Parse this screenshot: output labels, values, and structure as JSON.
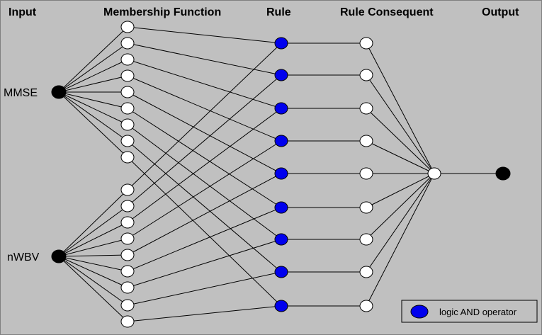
{
  "headers": {
    "input": "Input",
    "membership": "Membership Function",
    "rule": "Rule",
    "consequent": "Rule Consequent",
    "output": "Output"
  },
  "inputs": [
    "MMSE",
    "nWBV"
  ],
  "legend": {
    "label": "logic AND operator",
    "color": "#0000ee"
  },
  "colors": {
    "background": "#c0c0c0",
    "input_node": "#000000",
    "mf_node": "#ffffff",
    "rule_node": "#0000ee",
    "consequent_node": "#ffffff",
    "aggregator_node": "#ffffff",
    "output_node": "#000000"
  },
  "counts": {
    "mf_per_input": 9,
    "rules": 9,
    "consequents": 9
  }
}
